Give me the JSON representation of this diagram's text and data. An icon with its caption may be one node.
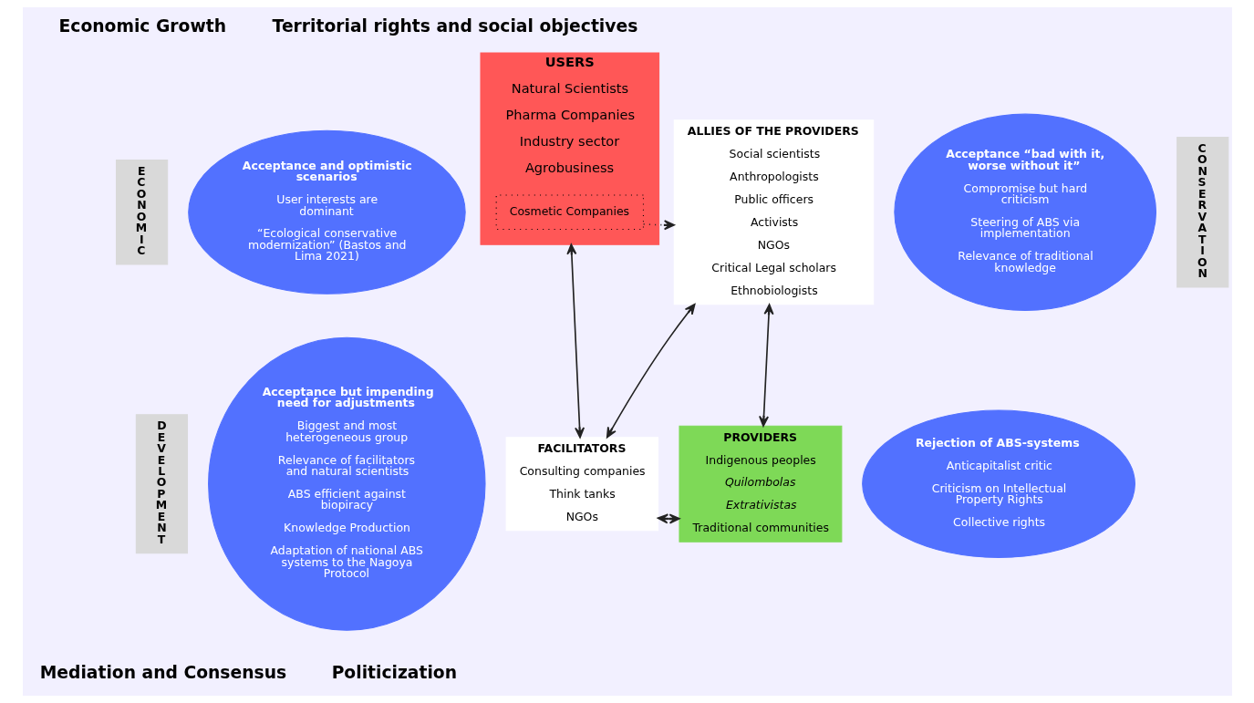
{
  "diagram": {
    "nodes": [
      {
        "text": [
          "ECONOMIC"
        ]
      },
      {
        "text": [
          "DEVELOPMENT"
        ]
      },
      {
        "text": [
          "Acceptance and optimistic scenarios",
          "User interests are dominant",
          "“Ecological conservative modernization” (Bastos and  Lima 2021)"
        ]
      },
      {
        "text": [
          "USERS",
          "Natural Scientists",
          "Pharma Companies",
          "Industry sector",
          "Agrobusiness"
        ]
      },
      {
        "text": [
          "Cosmetic Companies"
        ],
        "in": 3
      },
      {
        "text": [
          "ALLIES OF THE PROVIDERS",
          "Social scientists",
          "Anthropologists",
          "Public officers",
          "Activists",
          "NGOs",
          "Critical Legal scholars",
          "Ethnobiologists"
        ]
      },
      {
        "text": [
          "Acceptance “bad with it, worse without it”",
          "Compromise but hard criticism",
          "Steering of ABS via implementation",
          "Relevance of traditional knowledge"
        ]
      },
      {
        "text": [
          "PROVIDERS",
          "Indigenous peoples",
          "*Quilombolas*",
          "*Extrativistas*",
          "Traditional communities"
        ]
      },
      {
        "text": [
          "CONSERVATION"
        ]
      },
      {
        "text": [
          "Acceptance but impending need for adjustments",
          "Biggest and most heterogeneous group",
          "Relevance of facilitators and natural scientists",
          "ABS efficient against biopiracy",
          "Knowledge Production",
          "Adaptation of national ABS systems to the Nagoya Protocol"
        ]
      },
      {
        "text": [
          "FACILITATORS",
          "Consulting companies",
          "Think tanks",
          "NGOs"
        ]
      },
      {
        "text": [
          "Rejection of ABS-systems",
          "Anticapitalist critic",
          "Criticism on Intellectual Property Rights",
          "Collective rights"
        ]
      }
    ],
    "edges": [
      {
        "from": 4,
        "to": 5,
        "arrow": "to",
        "style": "dashed"
      },
      {
        "from": 3,
        "to": 10,
        "arrow": "both"
      },
      {
        "from": 10,
        "to": 5,
        "arrow": "both"
      },
      {
        "from": 5,
        "to": 7,
        "arrow": "both"
      },
      {
        "from": 10,
        "to": 7,
        "arrow": "both"
      }
    ],
    "labels": [
      "Economic Growth",
      "Territorial rights and social objectives",
      "Mediation and Consensus",
      "Politicization"
    ]
  }
}
